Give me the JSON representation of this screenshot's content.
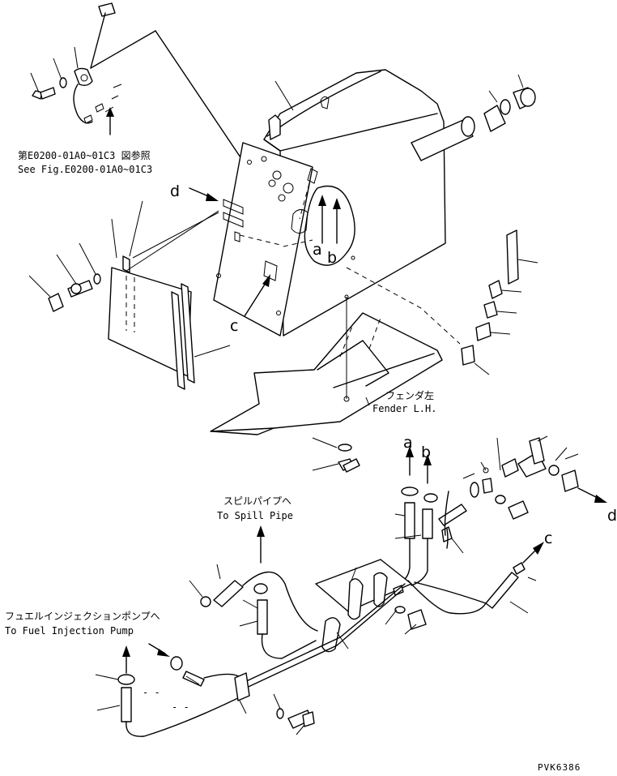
{
  "labels": {
    "ref_jp": "第E0200-01A0~01C3 図参照",
    "ref_en": "See Fig.E0200-01A0~01C3",
    "fender_jp": "フェンダ左",
    "fender_en": "Fender L.H.",
    "spill_jp": "スピルパイプへ",
    "spill_en": "To Spill Pipe",
    "pump_jp": "フュエルインジェクションポンプへ",
    "pump_en": "To Fuel Injection Pump",
    "drawing_code": "PVK6386"
  },
  "callouts": {
    "a_top": "a",
    "b_top": "b",
    "c_top": "c",
    "d_top": "d",
    "a_bottom": "a",
    "b_bottom": "b",
    "c_bottom": "c",
    "d_bottom": "d"
  },
  "pipe_dashes": "- -"
}
